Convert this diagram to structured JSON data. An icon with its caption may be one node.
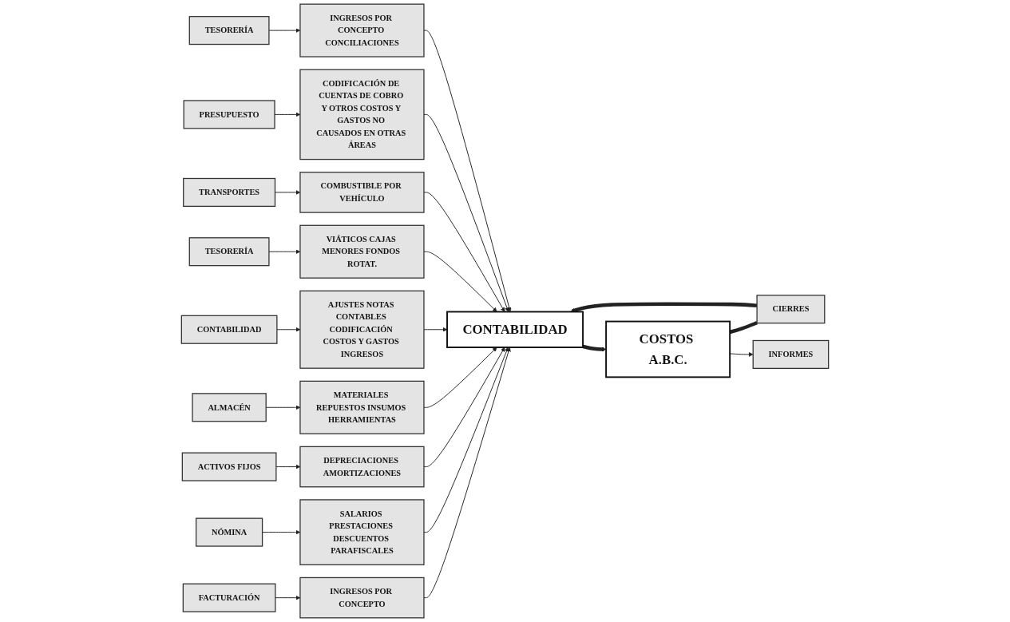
{
  "diagram": {
    "nodes": [
      {
        "text": [
          "FACTURACIÓN"
        ]
      },
      {
        "text": [
          "INGRESOS POR CONCEPTO"
        ]
      },
      {
        "text": [
          "NÓMINA"
        ]
      },
      {
        "text": [
          "SALARIOS PRESTACIONES DESCUENTOS PARAFISCALES"
        ]
      },
      {
        "text": [
          "DEPRECIACIONES AMORTIZACIONES"
        ]
      },
      {
        "text": [
          "ACTIVOS FIJOS"
        ]
      },
      {
        "text": [
          "ALMACÉN"
        ]
      },
      {
        "text": [
          "MATERIALES REPUESTOS INSUMOS HERRAMIENTAS"
        ]
      },
      {
        "text": [
          "CONTABILIDAD"
        ]
      },
      {
        "text": [
          "AJUSTES NOTAS CONTABLES CODIFICACIÓN COSTOS Y GASTOS INGRESOS"
        ]
      },
      {
        "text": [
          "CONTABILIDAD"
        ]
      },
      {
        "text": [
          "TESORERÍA"
        ]
      },
      {
        "text": [
          "VIÁTICOS CAJAS MENORES FONDOS ROTAT."
        ]
      },
      {
        "text": [
          "COMBUSTIBLE POR VEHÍCULO"
        ]
      },
      {
        "text": [
          "TRANSPORTES"
        ]
      },
      {
        "text": [
          "CIERRES"
        ]
      },
      {
        "text": [
          "PRESUPUESTO"
        ]
      },
      {
        "text": [
          "CODIFICACIÓN DE CUENTAS DE COBRO Y OTROS COSTOS Y GASTOS NO CAUSADOS EN OTRAS ÁREAS"
        ]
      },
      {
        "text": [
          "INGRESOS POR CONCEPTO CONCILIACIONES"
        ]
      },
      {
        "text": [
          "TESORERÍA"
        ]
      },
      {
        "text": [
          "COSTOS A.B.C."
        ]
      },
      {
        "text": [
          "INFORMES"
        ]
      }
    ],
    "edges": [
      {
        "from": 0,
        "to": 1,
        "arrow": "to"
      },
      {
        "from": 1,
        "to": 8,
        "arrow": "to"
      },
      {
        "from": 2,
        "to": 3,
        "arrow": "to"
      },
      {
        "from": 3,
        "to": 8,
        "arrow": "to"
      },
      {
        "from": 5,
        "to": 4,
        "arrow": "to"
      },
      {
        "from": 4,
        "to": 8,
        "arrow": "to"
      },
      {
        "from": 6,
        "to": 7,
        "arrow": "to"
      },
      {
        "from": 7,
        "to": 8,
        "arrow": "to"
      },
      {
        "from": 10,
        "to": 9,
        "arrow": "to"
      },
      {
        "from": 9,
        "to": 8,
        "arrow": "to"
      },
      {
        "from": 11,
        "to": 12,
        "arrow": "to"
      },
      {
        "from": 12,
        "to": 8,
        "arrow": "to"
      },
      {
        "from": 14,
        "to": 13,
        "arrow": "to"
      },
      {
        "from": 13,
        "to": 8,
        "arrow": "to"
      },
      {
        "from": 16,
        "to": 17,
        "arrow": "to"
      },
      {
        "from": 17,
        "to": 8,
        "arrow": "to"
      },
      {
        "from": 19,
        "to": 18,
        "arrow": "to"
      },
      {
        "from": 18,
        "to": 8,
        "arrow": "to"
      },
      {
        "from": 8,
        "to": 20,
        "arrow": "to",
        "style": "thick"
      },
      {
        "from": 20,
        "to": 15,
        "arrow": "none",
        "style": "thick"
      },
      {
        "from": 15,
        "to": 8,
        "arrow": "to",
        "style": "thick"
      },
      {
        "from": 20,
        "to": 21,
        "arrow": "to"
      }
    ]
  }
}
